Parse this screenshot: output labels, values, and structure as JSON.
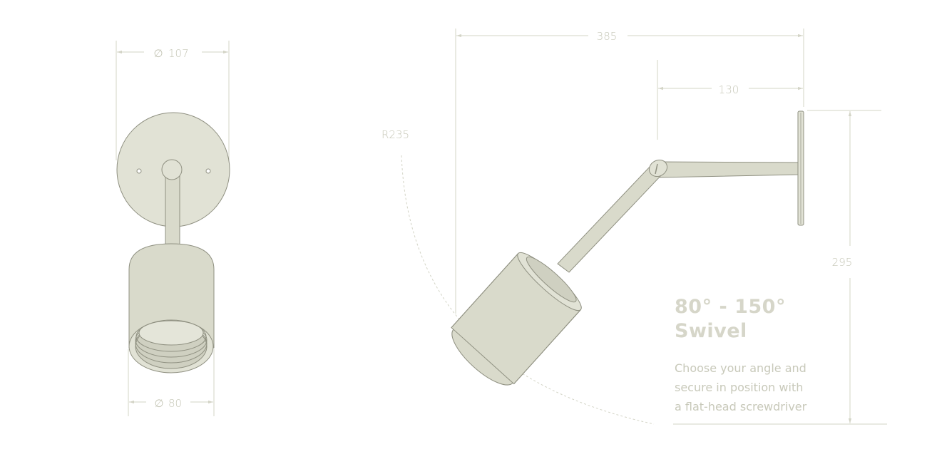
{
  "front_view": {
    "diameter_top": "107",
    "diameter_bottom": "80",
    "diameter_symbol": "∅"
  },
  "side_view": {
    "overall_width": "385",
    "arm_length": "130",
    "height": "295",
    "radius": "R235"
  },
  "callout": {
    "title_line1": "80° - 150°",
    "title_line2": "Swivel",
    "desc_line1": "Choose your angle and",
    "desc_line2": "secure in position with",
    "desc_line3": "a flat-head screwdriver"
  },
  "colors": {
    "body": "#d9dacb",
    "outline": "#8f9081",
    "dimension": "#d3d4c6",
    "text": "#c6c7b7"
  }
}
